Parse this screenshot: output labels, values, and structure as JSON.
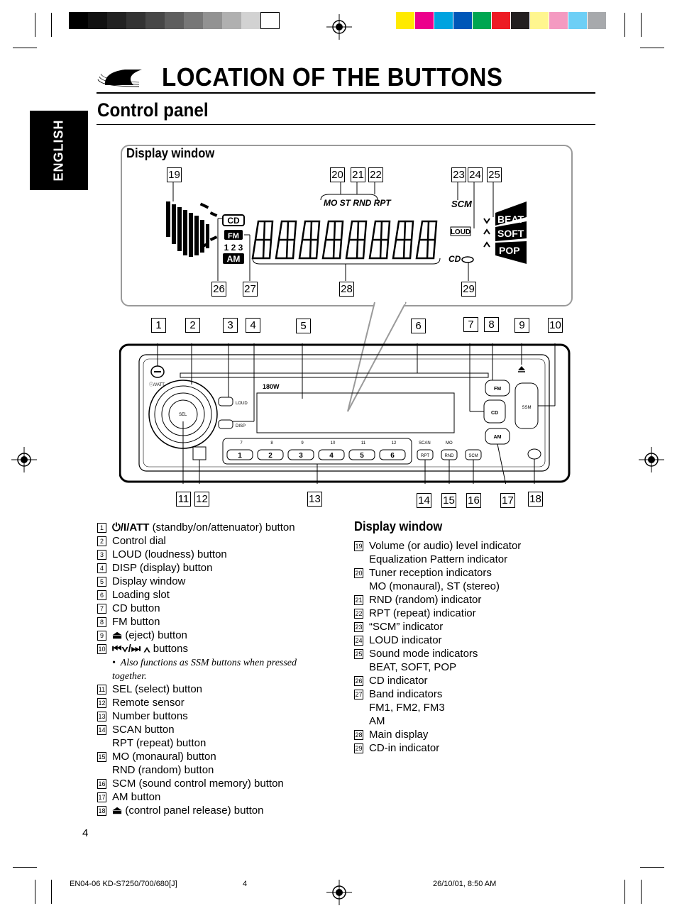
{
  "page": {
    "title": "LOCATION OF THE BUTTONS",
    "subtitle": "Control panel",
    "language_tab": "ENGLISH",
    "page_number": "4"
  },
  "display_window_diagram": {
    "heading": "Display window",
    "lcd_text": {
      "indicators_top": "MO ST RND RPT",
      "scm": "SCM",
      "loud": "LOUD",
      "cd_in": "CD",
      "cd": "CD",
      "fm": "FM",
      "band_numbers": "1 2 3",
      "am": "AM",
      "beat": "BEAT",
      "soft": "SOFT",
      "pop": "POP"
    },
    "callouts": [
      "19",
      "20",
      "21",
      "22",
      "23",
      "24",
      "25",
      "26",
      "27",
      "28",
      "29"
    ]
  },
  "control_panel_diagram": {
    "unit_labels": {
      "power": "ⓘ/I/ATT",
      "loud": "LOUD",
      "disp": "DISP",
      "sel": "SEL",
      "model": "180W",
      "fm": "FM",
      "cd": "CD",
      "am": "AM",
      "ssm": "SSM",
      "scan": "SCAN",
      "mo": "MO",
      "rpt": "RPT",
      "rnd": "RND",
      "scm": "SCM"
    },
    "number_buttons": [
      "1",
      "2",
      "3",
      "4",
      "5",
      "6"
    ],
    "preset_labels": [
      "7",
      "8",
      "9",
      "10",
      "11",
      "12"
    ],
    "callouts_top": [
      "1",
      "2",
      "3",
      "4",
      "5",
      "6",
      "7",
      "8",
      "9",
      "10"
    ],
    "callouts_bottom": [
      "11",
      "12",
      "13",
      "14",
      "15",
      "16",
      "17",
      "18"
    ]
  },
  "legend_left": [
    {
      "num": "1",
      "text": "(standby/on/attenuator) button",
      "symbol": "⏻/I/ATT"
    },
    {
      "num": "2",
      "text": "Control dial"
    },
    {
      "num": "3",
      "text": "LOUD (loudness) button"
    },
    {
      "num": "4",
      "text": "DISP (display) button"
    },
    {
      "num": "5",
      "text": "Display window"
    },
    {
      "num": "6",
      "text": "Loading slot"
    },
    {
      "num": "7",
      "text": "CD button"
    },
    {
      "num": "8",
      "text": "FM button"
    },
    {
      "num": "9",
      "text": "(eject) button",
      "symbol": "⏏"
    },
    {
      "num": "10",
      "text": "buttons",
      "symbol": "⏮∨/⏭ ∧"
    }
  ],
  "legend_note": "Also functions as SSM buttons when pressed together.",
  "legend_left_2": [
    {
      "num": "11",
      "text": "SEL (select) button"
    },
    {
      "num": "12",
      "text": "Remote sensor"
    },
    {
      "num": "13",
      "text": "Number buttons"
    },
    {
      "num": "14",
      "text": "SCAN button",
      "text2": "RPT (repeat) button"
    },
    {
      "num": "15",
      "text": "MO (monaural) button",
      "text2": "RND (random) button"
    },
    {
      "num": "16",
      "text": "SCM (sound control memory) button"
    },
    {
      "num": "17",
      "text": "AM button"
    },
    {
      "num": "18",
      "text": "(control panel release) button",
      "symbol": "⏏"
    }
  ],
  "legend_right_heading": "Display window",
  "legend_right": [
    {
      "num": "19",
      "text": "Volume (or audio) level indicator",
      "text2": "Equalization Pattern indicator"
    },
    {
      "num": "20",
      "text": "Tuner reception indicators",
      "text2": "MO (monaural), ST (stereo)"
    },
    {
      "num": "21",
      "text": "RND (random) indicator"
    },
    {
      "num": "22",
      "text": "RPT (repeat) indicatior"
    },
    {
      "num": "23",
      "text": "“SCM” indicator"
    },
    {
      "num": "24",
      "text": "LOUD indicator"
    },
    {
      "num": "25",
      "text": "Sound mode indicators",
      "text2": "BEAT, SOFT, POP"
    },
    {
      "num": "26",
      "text": "CD indicator"
    },
    {
      "num": "27",
      "text": "Band indicators",
      "text2": "FM1, FM2, FM3",
      "text3": "AM"
    },
    {
      "num": "28",
      "text": "Main display"
    },
    {
      "num": "29",
      "text": "CD-in indicator"
    }
  ],
  "footer": {
    "left": "EN04-06 KD-S7250/700/680[J]",
    "center": "4",
    "right": "26/10/01, 8:50 AM"
  },
  "colors": {
    "gray_bar": [
      "#000000",
      "#111111",
      "#222222",
      "#333333",
      "#474747",
      "#5e5e5e",
      "#777777",
      "#929292",
      "#b0b0b0",
      "#d2d2d2",
      "#ffffff"
    ],
    "color_bar": [
      "#ffea00",
      "#ec008c",
      "#00a3e0",
      "#0057b8",
      "#00a651",
      "#ed1c24",
      "#231f20",
      "#fff68f",
      "#f49ac1",
      "#6dcff6",
      "#a7a9ac"
    ]
  }
}
